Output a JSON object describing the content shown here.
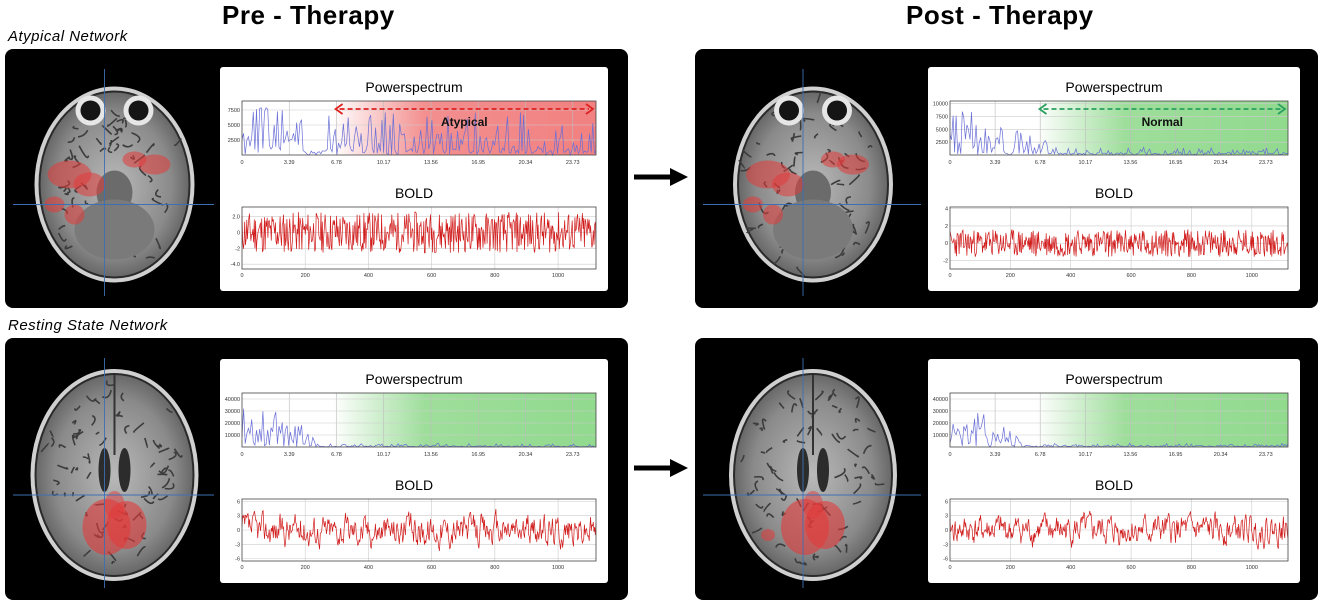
{
  "headings": {
    "pre": "Pre - Therapy",
    "post": "Post - Therapy"
  },
  "row_labels": {
    "atypical": "Atypical Network",
    "resting": "Resting State Network"
  },
  "panel_titles": {
    "power": "Powerspectrum",
    "bold": "BOLD"
  },
  "annotations": {
    "atypical": "Atypical",
    "normal": "Normal"
  },
  "colors": {
    "power_line": "#6a6fd6",
    "bold_line": "#d11a1a",
    "atypical_band": "#ef6a6a",
    "normal_band": "#7ed37a",
    "atypical_arrow": "#dd2222",
    "normal_arrow": "#2aa060",
    "activation": "#e23a3a"
  },
  "chart_data": [
    {
      "id": "pre-atypical",
      "power": {
        "type": "line",
        "xticks": [
          "3.39",
          "6.78",
          "10.17",
          "13.56",
          "16.95",
          "20.34",
          "23.73"
        ],
        "xlim": [
          0,
          25.4
        ],
        "yticks": [
          "2500",
          "5000",
          "7500"
        ],
        "ylim": [
          0,
          9000
        ],
        "band": [
          6.5,
          25.4
        ],
        "band_kind": "atypical",
        "profile": "atypical"
      },
      "bold": {
        "type": "line",
        "xticks": [
          "200",
          "400",
          "600",
          "800",
          "1000"
        ],
        "xlim": [
          0,
          1120
        ],
        "yticks": [
          "2.0",
          "0",
          "-2",
          "-4.0"
        ],
        "ylim": [
          -4.6,
          3.2
        ],
        "amp": 2.6,
        "seed": 11
      }
    },
    {
      "id": "post-atypical",
      "power": {
        "type": "line",
        "xticks": [
          "3.39",
          "6.78",
          "10.17",
          "13.56",
          "16.95",
          "20.34",
          "23.73"
        ],
        "xlim": [
          0,
          25.4
        ],
        "yticks": [
          "2500",
          "5000",
          "7500",
          "10000"
        ],
        "ylim": [
          0,
          10500
        ],
        "band": [
          6.5,
          25.4
        ],
        "band_kind": "normal",
        "profile": "normal"
      },
      "bold": {
        "type": "line",
        "xticks": [
          "200",
          "400",
          "600",
          "800",
          "1000"
        ],
        "xlim": [
          0,
          1120
        ],
        "yticks": [
          "4",
          "2",
          "0",
          "-2"
        ],
        "ylim": [
          -3,
          4.2
        ],
        "amp": 1.6,
        "seed": 23
      }
    },
    {
      "id": "pre-resting",
      "power": {
        "type": "line",
        "xticks": [
          "3.39",
          "6.78",
          "10.17",
          "13.56",
          "16.95",
          "20.34",
          "23.73"
        ],
        "xlim": [
          0,
          25.4
        ],
        "yticks": [
          "10000",
          "20000",
          "30000",
          "40000"
        ],
        "ylim": [
          0,
          45000
        ],
        "band": [
          6.5,
          25.4
        ],
        "band_kind": "normal",
        "profile": "resting"
      },
      "bold": {
        "type": "line",
        "xticks": [
          "200",
          "400",
          "600",
          "800",
          "1000"
        ],
        "xlim": [
          0,
          1120
        ],
        "yticks": [
          "6",
          "3",
          "0",
          "-3",
          "-6"
        ],
        "ylim": [
          -6.5,
          6.5
        ],
        "amp": 3.5,
        "seed": 37
      }
    },
    {
      "id": "post-resting",
      "power": {
        "type": "line",
        "xticks": [
          "3.39",
          "6.78",
          "10.17",
          "13.56",
          "16.95",
          "20.34",
          "23.73"
        ],
        "xlim": [
          0,
          25.4
        ],
        "yticks": [
          "10000",
          "20000",
          "30000",
          "40000"
        ],
        "ylim": [
          0,
          45000
        ],
        "band": [
          6.5,
          25.4
        ],
        "band_kind": "normal",
        "profile": "resting"
      },
      "bold": {
        "type": "line",
        "xticks": [
          "200",
          "400",
          "600",
          "800",
          "1000"
        ],
        "xlim": [
          0,
          1120
        ],
        "yticks": [
          "6",
          "3",
          "0",
          "-3",
          "-6"
        ],
        "ylim": [
          -6.5,
          6.5
        ],
        "amp": 3.2,
        "seed": 41
      }
    }
  ]
}
